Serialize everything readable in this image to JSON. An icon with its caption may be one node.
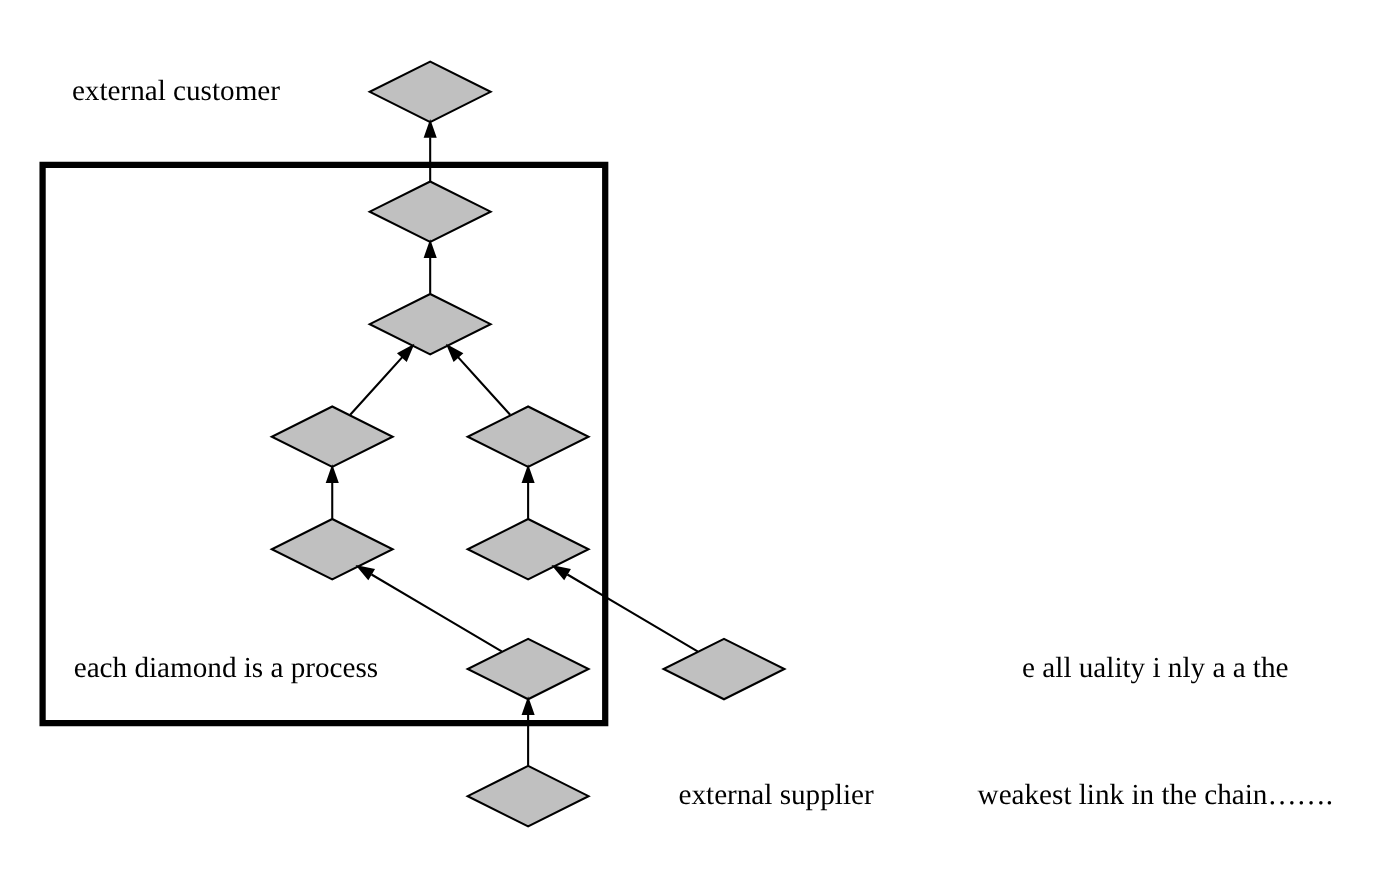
{
  "diagram": {
    "nodes": [
      {
        "text": [],
        "shape": "box"
      },
      {
        "text": [],
        "shape": "diamond",
        "beside": [
          "external customer"
        ]
      },
      {
        "text": [],
        "shape": "diamond",
        "in": 0
      },
      {
        "text": [],
        "shape": "diamond",
        "in": 0
      },
      {
        "text": [],
        "shape": "diamond",
        "in": 0
      },
      {
        "text": [],
        "shape": "diamond",
        "in": 0
      },
      {
        "text": [],
        "shape": "diamond",
        "in": 0
      },
      {
        "text": [],
        "shape": "diamond",
        "in": 0
      },
      {
        "text": [],
        "shape": "diamond"
      },
      {
        "text": [],
        "shape": "diamond",
        "in": 0,
        "beside": [
          "each diamond is a process"
        ]
      },
      {
        "text": [],
        "shape": "diamond",
        "beside": [
          "external supplier"
        ]
      }
    ],
    "edges": [
      {
        "from": 10,
        "to": 9,
        "arrow": "to"
      },
      {
        "from": 9,
        "to": 7,
        "arrow": "to"
      },
      {
        "from": 7,
        "to": 5,
        "arrow": "to"
      },
      {
        "from": 5,
        "to": 3,
        "arrow": "to"
      },
      {
        "from": 8,
        "to": 6,
        "arrow": "to"
      },
      {
        "from": 6,
        "to": 4,
        "arrow": "to"
      },
      {
        "from": 4,
        "to": 3,
        "arrow": "to"
      },
      {
        "from": 3,
        "to": 2,
        "arrow": "to"
      },
      {
        "from": 2,
        "to": 1,
        "arrow": "to"
      }
    ],
    "labels": [
      "e all uality i nly a a the",
      "weakest link in the chain……."
    ]
  }
}
